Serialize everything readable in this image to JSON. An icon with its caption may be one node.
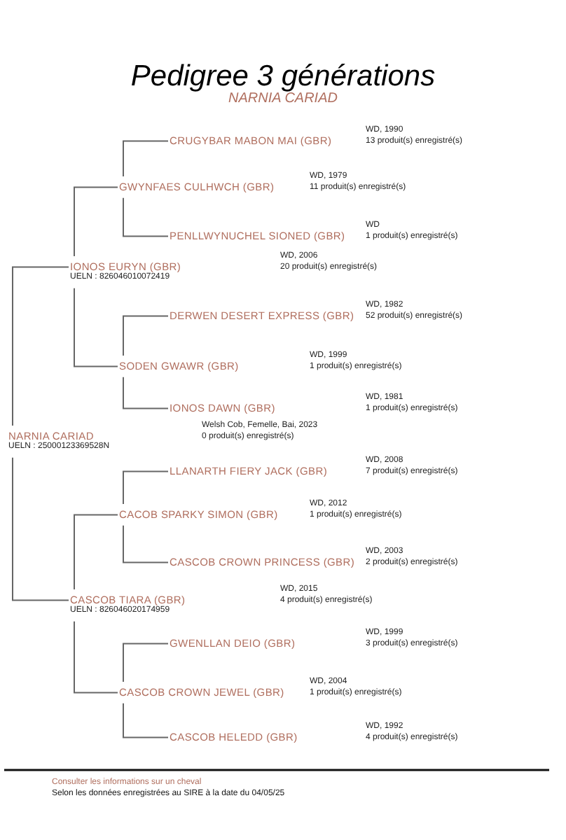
{
  "diagram": {
    "title": "Pedigree 3 générations",
    "nodes": [
      {
        "text": [
          "CRUGYBAR MABON MAI (GBR)"
        ],
        "beside": [
          "WD, 1990",
          "13 produit(s) enregistré(s)"
        ]
      },
      {
        "text": [
          "GWYNFAES CULHWCH (GBR)"
        ],
        "beside": [
          "WD, 1979",
          "11 produit(s) enregistré(s)"
        ]
      },
      {
        "text": [
          "PENLLWYNUCHEL SIONED (GBR)"
        ],
        "beside": [
          "WD",
          "1 produit(s) enregistré(s)"
        ]
      },
      {
        "text": [
          "IONOS EURYN (GBR)",
          "UELN : 826046010072419"
        ],
        "beside": [
          "WD, 2006",
          "20 produit(s) enregistré(s)"
        ]
      },
      {
        "text": [
          "DERWEN DESERT EXPRESS (GBR)"
        ],
        "beside": [
          "WD, 1982",
          "52 produit(s) enregistré(s)"
        ]
      },
      {
        "text": [
          "SODEN GWAWR (GBR)"
        ],
        "beside": [
          "WD, 1999",
          "1 produit(s) enregistré(s)"
        ]
      },
      {
        "text": [
          "IONOS DAWN (GBR)"
        ],
        "beside": [
          "WD, 1981",
          "1 produit(s) enregistré(s)"
        ]
      },
      {
        "text": [
          "NARNIA CARIAD",
          "UELN : 25000123369528N"
        ],
        "beside": [
          "Welsh Cob, Femelle, Bai, 2023",
          "0 produit(s) enregistré(s)"
        ]
      },
      {
        "text": [
          "LLANARTH FIERY JACK (GBR)"
        ],
        "beside": [
          "WD, 2008",
          "7 produit(s) enregistré(s)"
        ]
      },
      {
        "text": [
          "CACOB SPARKY SIMON (GBR)"
        ],
        "beside": [
          "WD, 2012",
          "1 produit(s) enregistré(s)"
        ]
      },
      {
        "text": [
          "CASCOB CROWN PRINCESS (GBR)"
        ],
        "beside": [
          "WD, 2003",
          "2 produit(s) enregistré(s)"
        ]
      },
      {
        "text": [
          "CASCOB TIARA (GBR)",
          "UELN : 826046020174959"
        ],
        "beside": [
          "WD, 2015",
          "4 produit(s) enregistré(s)"
        ]
      },
      {
        "text": [
          "GWENLLAN DEIO (GBR)"
        ],
        "beside": [
          "WD, 1999",
          "3 produit(s) enregistré(s)"
        ]
      },
      {
        "text": [
          "CASCOB CROWN JEWEL (GBR)"
        ],
        "beside": [
          "WD, 2004",
          "1 produit(s) enregistré(s)"
        ]
      },
      {
        "text": [
          "CASCOB HELEDD (GBR)"
        ],
        "beside": [
          "WD, 1992",
          "4 produit(s) enregistré(s)"
        ]
      }
    ],
    "edges": [
      {
        "from": 7,
        "to": 3,
        "arrow": "none"
      },
      {
        "from": 7,
        "to": 11,
        "arrow": "none"
      },
      {
        "from": 3,
        "to": 1,
        "arrow": "none"
      },
      {
        "from": 3,
        "to": 5,
        "arrow": "none"
      },
      {
        "from": 11,
        "to": 9,
        "arrow": "none"
      },
      {
        "from": 11,
        "to": 13,
        "arrow": "none"
      },
      {
        "from": 1,
        "to": 0,
        "arrow": "none"
      },
      {
        "from": 1,
        "to": 2,
        "arrow": "none"
      },
      {
        "from": 5,
        "to": 4,
        "arrow": "none"
      },
      {
        "from": 5,
        "to": 6,
        "arrow": "none"
      },
      {
        "from": 9,
        "to": 8,
        "arrow": "none"
      },
      {
        "from": 9,
        "to": 10,
        "arrow": "none"
      },
      {
        "from": 13,
        "to": 12,
        "arrow": "none"
      },
      {
        "from": 13,
        "to": 14,
        "arrow": "none"
      }
    ],
    "labels": [
      "NARNIA CARIAD",
      "Consulter les informations sur un cheval",
      "Selon les données enregistrées au SIRE à la date du 04/05/25"
    ]
  }
}
